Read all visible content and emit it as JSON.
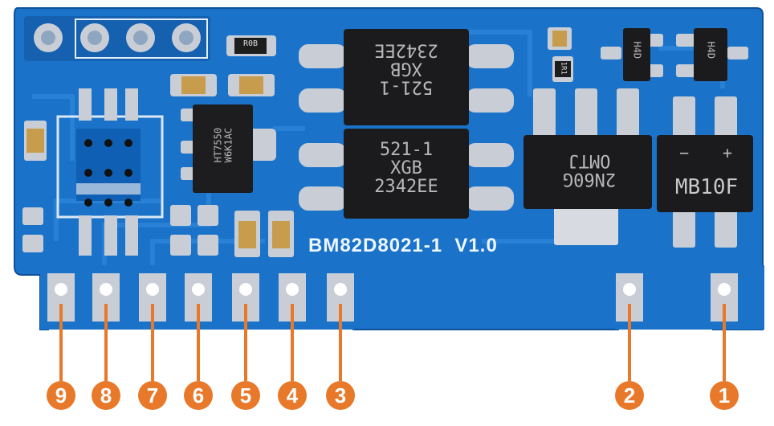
{
  "board": {
    "silkscreen_label": "BM82D8021-1  V1.0",
    "colors": {
      "pcb": "#1a73c9",
      "pcb_dark": "#0e4f9a",
      "pad": "#c9ced6",
      "chip": "#1b1b1d",
      "pin_marker": "#e8782a"
    }
  },
  "components": {
    "optocoupler_top": "521-1\nXGB\n2342EE",
    "optocoupler_bottom": "521-1\nXGB\n2342EE",
    "transistor": "2N60G\nOMTJ",
    "bridge_rectifier": "MB10F",
    "bridge_minus": "−",
    "bridge_plus": "+",
    "regulator": "HT7550\nW6K1AC",
    "smd_top_left": "R0B",
    "smd_small": "1R1",
    "sot_left": "H4D",
    "sot_right": "H4D"
  },
  "pins": [
    {
      "number": "9"
    },
    {
      "number": "8"
    },
    {
      "number": "7"
    },
    {
      "number": "6"
    },
    {
      "number": "5"
    },
    {
      "number": "4"
    },
    {
      "number": "3"
    },
    {
      "number": "2"
    },
    {
      "number": "1"
    }
  ]
}
